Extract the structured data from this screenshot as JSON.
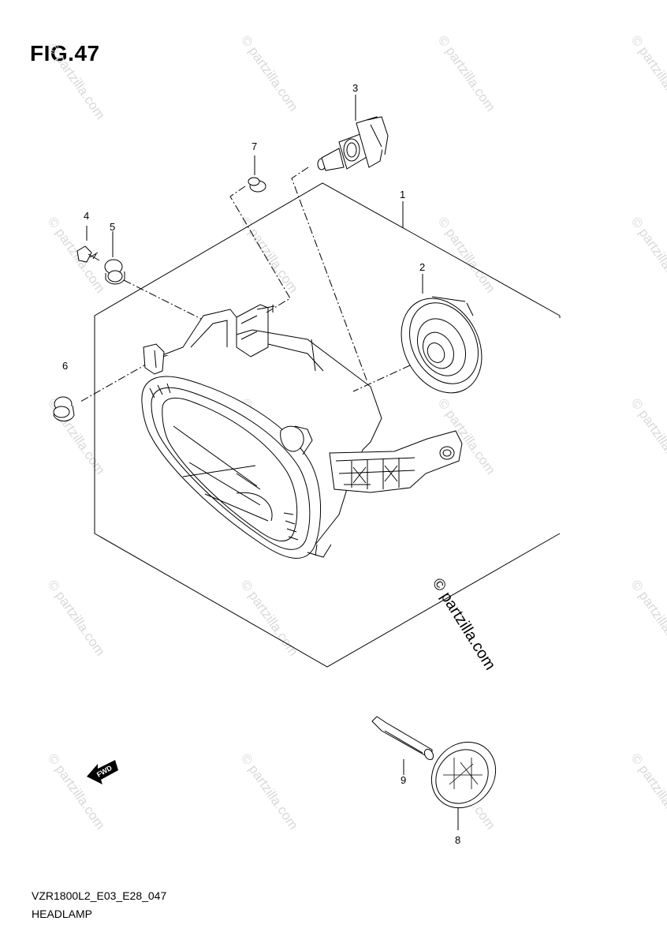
{
  "figure": {
    "title": "FIG.47"
  },
  "callouts": [
    "1",
    "2",
    "3",
    "4",
    "5",
    "6",
    "7",
    "8",
    "9"
  ],
  "watermark": {
    "text": "© partzilla.com"
  },
  "fwd_label": "FWD",
  "footer": {
    "model_code": "VZR1800L2_E03_E28_047",
    "section_name": "HEADLAMP"
  }
}
